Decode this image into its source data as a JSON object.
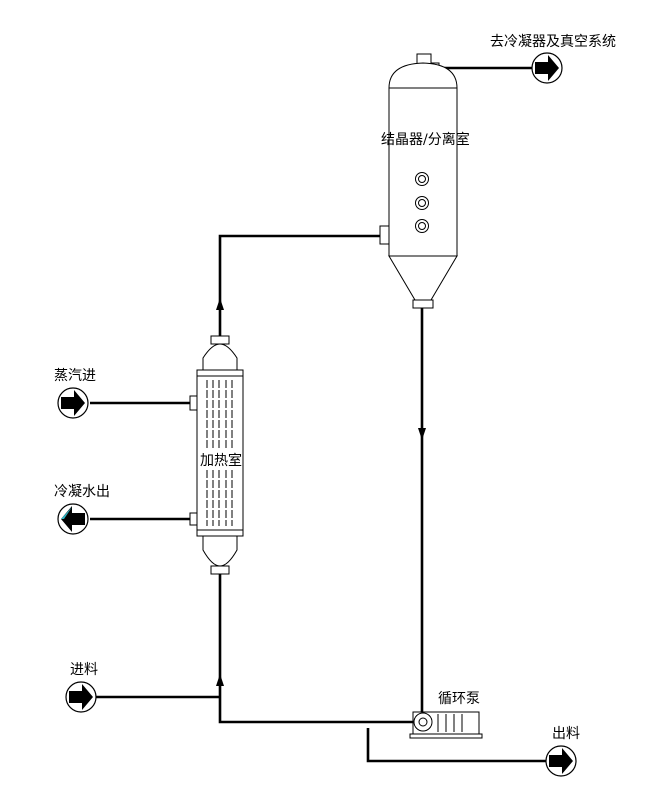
{
  "labels": {
    "to_condenser": "去冷凝器及真空系统",
    "crystallizer": "结晶器/分离室",
    "steam_in": "蒸汽进",
    "condensate_out": "冷凝水出",
    "heater": "加热室",
    "feed_in": "进料",
    "circulation_pump": "循环泵",
    "discharge": "出料"
  },
  "colors": {
    "line": "#000000",
    "arrow_fill": "#000000",
    "condensate_arrow_accent": "#2fb3c3",
    "background": "#ffffff"
  },
  "icons": {
    "inlet_arrow": "circle-arrow-right-icon",
    "outlet_arrow": "circle-arrow-left-icon",
    "sight_glass": "sight-glass-icon",
    "pump": "pump-icon"
  }
}
